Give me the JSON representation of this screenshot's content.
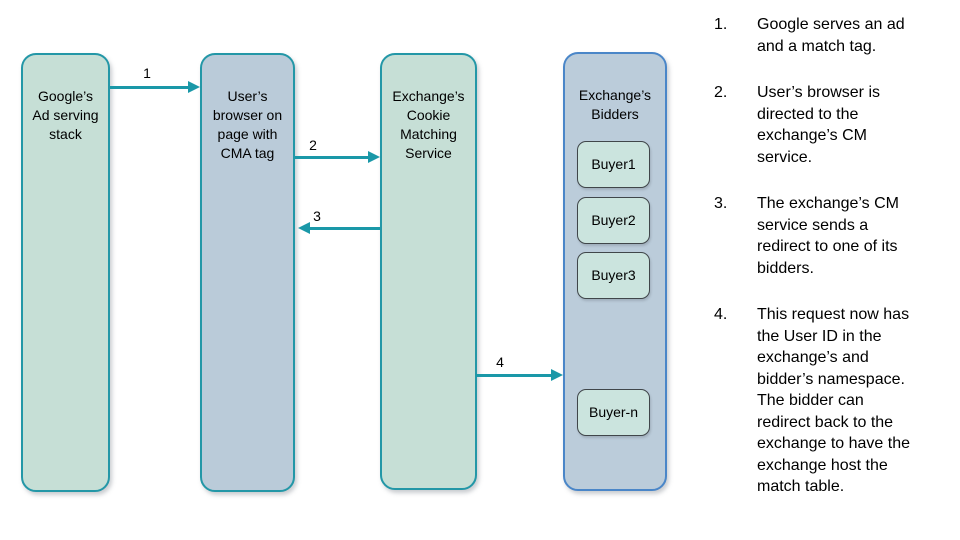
{
  "diagram": {
    "nodes": {
      "google": {
        "label": "Google’s\nAd serving\nstack"
      },
      "browser": {
        "label": "User’s\nbrowser on\npage with\nCMA tag"
      },
      "cm": {
        "label": "Exchange’s\nCookie\nMatching\nService"
      },
      "bidders": {
        "label": "Exchange’s\nBidders"
      }
    },
    "bidder_items": [
      "Buyer1",
      "Buyer2",
      "Buyer3",
      "Buyer-n"
    ],
    "arrows": [
      {
        "label": "1",
        "from": "google",
        "to": "browser",
        "direction": "right"
      },
      {
        "label": "2",
        "from": "browser",
        "to": "cm",
        "direction": "right"
      },
      {
        "label": "3",
        "from": "cm",
        "to": "browser",
        "direction": "left"
      },
      {
        "label": "4",
        "from": "cm",
        "to": "bidders",
        "direction": "right"
      }
    ],
    "colors": {
      "teal_border": "#2397a7",
      "green_fill": "#c6dfd6",
      "blue_fill": "#bacbd9",
      "bidders_fill": "#bbccda",
      "bidders_border": "#4a86c8",
      "buyer_fill": "#cbe4de",
      "buyer_border": "#40464a",
      "arrow": "#1a98a8",
      "text": "#000000"
    }
  },
  "notes": {
    "items": [
      {
        "number": "1.",
        "text": "Google serves an ad and a match tag."
      },
      {
        "number": "2.",
        "text": "User’s browser is directed to the exchange’s CM service."
      },
      {
        "number": "3.",
        "text": "The exchange’s CM service sends a redirect to one of its bidders."
      },
      {
        "number": "4.",
        "text": "This request now has the User ID in the exchange’s and bidder’s namespace. The bidder can redirect back to the exchange to have the exchange host the match table."
      }
    ]
  }
}
